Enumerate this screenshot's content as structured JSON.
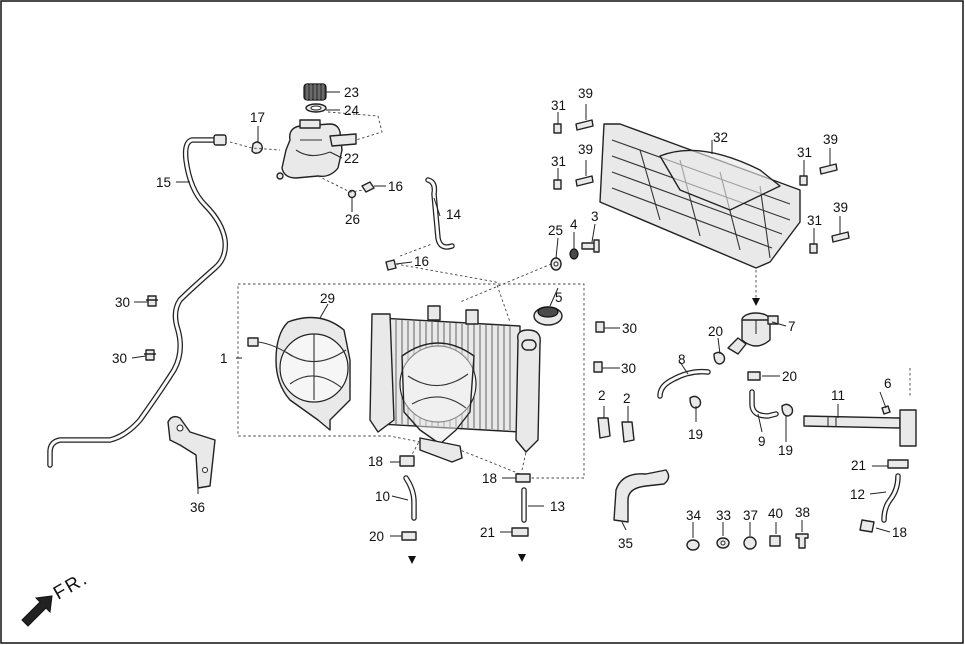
{
  "diagram": {
    "direction_label": "FR.",
    "callouts": [
      {
        "id": "c1",
        "text": "1"
      },
      {
        "id": "c2a",
        "text": "2"
      },
      {
        "id": "c2b",
        "text": "2"
      },
      {
        "id": "c3",
        "text": "3"
      },
      {
        "id": "c4",
        "text": "4"
      },
      {
        "id": "c5",
        "text": "5"
      },
      {
        "id": "c6",
        "text": "6"
      },
      {
        "id": "c7",
        "text": "7"
      },
      {
        "id": "c8",
        "text": "8"
      },
      {
        "id": "c9",
        "text": "9"
      },
      {
        "id": "c10",
        "text": "10"
      },
      {
        "id": "c11",
        "text": "11"
      },
      {
        "id": "c12",
        "text": "12"
      },
      {
        "id": "c13",
        "text": "13"
      },
      {
        "id": "c14",
        "text": "14"
      },
      {
        "id": "c15",
        "text": "15"
      },
      {
        "id": "c16a",
        "text": "16"
      },
      {
        "id": "c16b",
        "text": "16"
      },
      {
        "id": "c17",
        "text": "17"
      },
      {
        "id": "c18a",
        "text": "18"
      },
      {
        "id": "c18b",
        "text": "18"
      },
      {
        "id": "c18c",
        "text": "18"
      },
      {
        "id": "c19a",
        "text": "19"
      },
      {
        "id": "c19b",
        "text": "19"
      },
      {
        "id": "c20a",
        "text": "20"
      },
      {
        "id": "c20b",
        "text": "20"
      },
      {
        "id": "c20c",
        "text": "20"
      },
      {
        "id": "c21a",
        "text": "21"
      },
      {
        "id": "c21b",
        "text": "21"
      },
      {
        "id": "c22",
        "text": "22"
      },
      {
        "id": "c23",
        "text": "23"
      },
      {
        "id": "c24",
        "text": "24"
      },
      {
        "id": "c25",
        "text": "25"
      },
      {
        "id": "c26",
        "text": "26"
      },
      {
        "id": "c29",
        "text": "29"
      },
      {
        "id": "c30a",
        "text": "30"
      },
      {
        "id": "c30b",
        "text": "30"
      },
      {
        "id": "c30c",
        "text": "30"
      },
      {
        "id": "c30d",
        "text": "30"
      },
      {
        "id": "c31a",
        "text": "31"
      },
      {
        "id": "c31b",
        "text": "31"
      },
      {
        "id": "c31c",
        "text": "31"
      },
      {
        "id": "c31d",
        "text": "31"
      },
      {
        "id": "c32",
        "text": "32"
      },
      {
        "id": "c33",
        "text": "33"
      },
      {
        "id": "c34",
        "text": "34"
      },
      {
        "id": "c35",
        "text": "35"
      },
      {
        "id": "c36",
        "text": "36"
      },
      {
        "id": "c37",
        "text": "37"
      },
      {
        "id": "c38",
        "text": "38"
      },
      {
        "id": "c39a",
        "text": "39"
      },
      {
        "id": "c39b",
        "text": "39"
      },
      {
        "id": "c39c",
        "text": "39"
      },
      {
        "id": "c39d",
        "text": "39"
      },
      {
        "id": "c40",
        "text": "40"
      }
    ]
  }
}
